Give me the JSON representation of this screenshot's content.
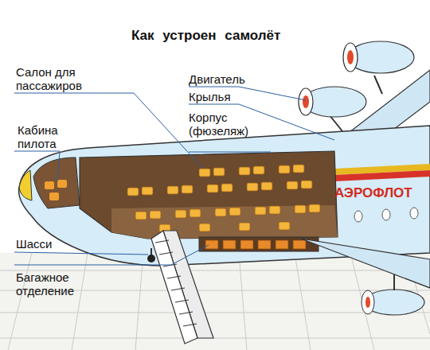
{
  "diagram": {
    "title": "Как устроен самолёт",
    "labels": [
      "Салон для пассажиров",
      "Двигатель",
      "Крылья",
      "Корпус (фюзеляж)",
      "Кабина пилота",
      "АЭРОФЛОТ",
      "Шасси",
      "Багажное отделение"
    ]
  }
}
